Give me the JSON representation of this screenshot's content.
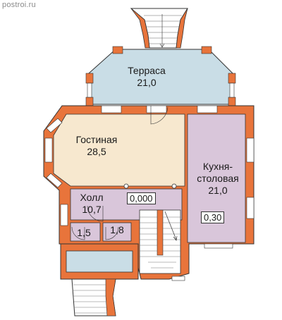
{
  "watermark": "postroi.ru",
  "colors": {
    "wall": "#e8743b",
    "wall_dark": "#c95a26",
    "terrace": "#c9dde6",
    "living": "#f7e8cf",
    "kitchen": "#d9c6da",
    "hall": "#d9c6da",
    "entry": "#c9dde6",
    "stairs": "#ffffff",
    "window": "#ffffff"
  },
  "rooms": {
    "terrace": {
      "name": "Терраса",
      "area": "21,0"
    },
    "living": {
      "name": "Гостиная",
      "area": "28,5"
    },
    "kitchen": {
      "name_line1": "Кухня-",
      "name_line2": "столовая",
      "area": "21,0"
    },
    "hall": {
      "name": "Холл",
      "area": "10,7"
    },
    "wc1": {
      "area": "1,5"
    },
    "wc2": {
      "area": "1,8"
    }
  },
  "levels": {
    "hall_level": "0,000",
    "kitchen_level": "0,30"
  }
}
